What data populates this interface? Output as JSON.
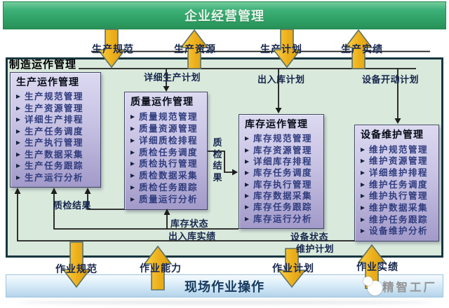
{
  "top_bar": {
    "label": "企业经营管理"
  },
  "top_flows": [
    {
      "label": "生产规范",
      "direction": "down"
    },
    {
      "label": "生产资源",
      "direction": "up"
    },
    {
      "label": "生产计划",
      "direction": "down"
    },
    {
      "label": "生产实绩",
      "direction": "up"
    }
  ],
  "container": {
    "title": "制造运作管理"
  },
  "boxes": [
    {
      "title": "生产运作管理",
      "items": [
        "生产规范管理",
        "生产资源管理",
        "详细生产排程",
        "生产任务调度",
        "生产执行管理",
        "生产数据采集",
        "生产任务跟踪",
        "生产运行分析"
      ]
    },
    {
      "title": "质量运作管理",
      "items": [
        "质量规范管理",
        "质量资源管理",
        "详细质检排程",
        "质检任务调度",
        "质检执行管理",
        "质检数据采集",
        "质检任务跟踪",
        "质量运行分析"
      ]
    },
    {
      "title": "库存运作管理",
      "items": [
        "库存规范管理",
        "库存资源管理",
        "详细库存排程",
        "库存任务调度",
        "库存执行管理",
        "库存数据采集",
        "库存任务跟踪",
        "库存运行分析"
      ]
    },
    {
      "title": "设备维护管理",
      "items": [
        "维护规范管理",
        "维护资源管理",
        "详细维护排程",
        "维护任务调度",
        "维护执行管理",
        "维护数据采集",
        "维护任务跟踪",
        "设备维护分析"
      ]
    }
  ],
  "connector_labels": {
    "detailed_production_plan": "详细生产计划",
    "warehouse_in_out_plan": "出入库计划",
    "equipment_startup_plan": "设备开动计划",
    "quality_result_side": "质检结果",
    "quality_result_bottom": "质检结果",
    "inventory_status": "库存状态",
    "warehouse_in_out_actual": "出入库实绩",
    "equipment_status": "设备状态",
    "maintenance_plan": "维护计划"
  },
  "bottom_flows": [
    {
      "label": "作业规范",
      "direction": "down"
    },
    {
      "label": "作业能力",
      "direction": "up"
    },
    {
      "label": "作业计划",
      "direction": "down"
    },
    {
      "label": "作业实绩",
      "direction": "up"
    }
  ],
  "bottom_bar": {
    "label": "现场作业操作"
  },
  "watermark": {
    "label": "精智工厂"
  },
  "colors": {
    "top_bar_green": "#2fa065",
    "arrow_yellow": "#eeb11d",
    "box_purple": "#b9b3da",
    "container_green": "#d9e9dc",
    "bottom_bar_blue": "#cfe4f5"
  }
}
